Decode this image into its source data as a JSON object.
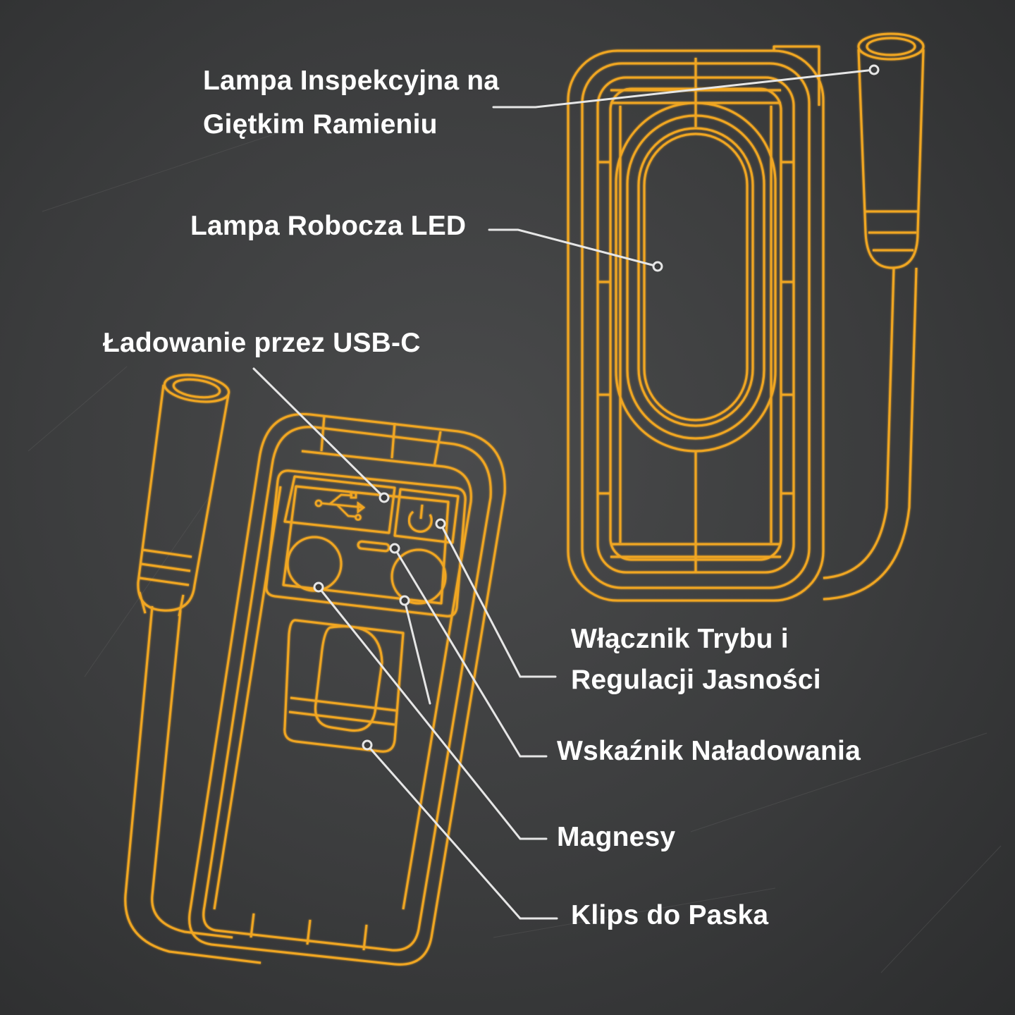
{
  "colors": {
    "background": "#3a3b3c",
    "outline": "#f0a623",
    "leader_line": "#e6e6e6",
    "label_text": "#ffffff"
  },
  "icons": [
    "usb-icon",
    "power-icon"
  ],
  "labels": {
    "inspection_lamp": {
      "line1": "Lampa Inspekcyjna na",
      "line2": "Giętkim Ramieniu"
    },
    "work_lamp": "Lampa Robocza LED",
    "usb_charging": "Ładowanie przez USB-C",
    "mode_switch": {
      "line1": "Włącznik Trybu i",
      "line2": "Regulacji Jasności"
    },
    "charge_indicator": "Wskaźnik Naładowania",
    "magnets": "Magnesy",
    "belt_clip": "Klips do Paska"
  }
}
